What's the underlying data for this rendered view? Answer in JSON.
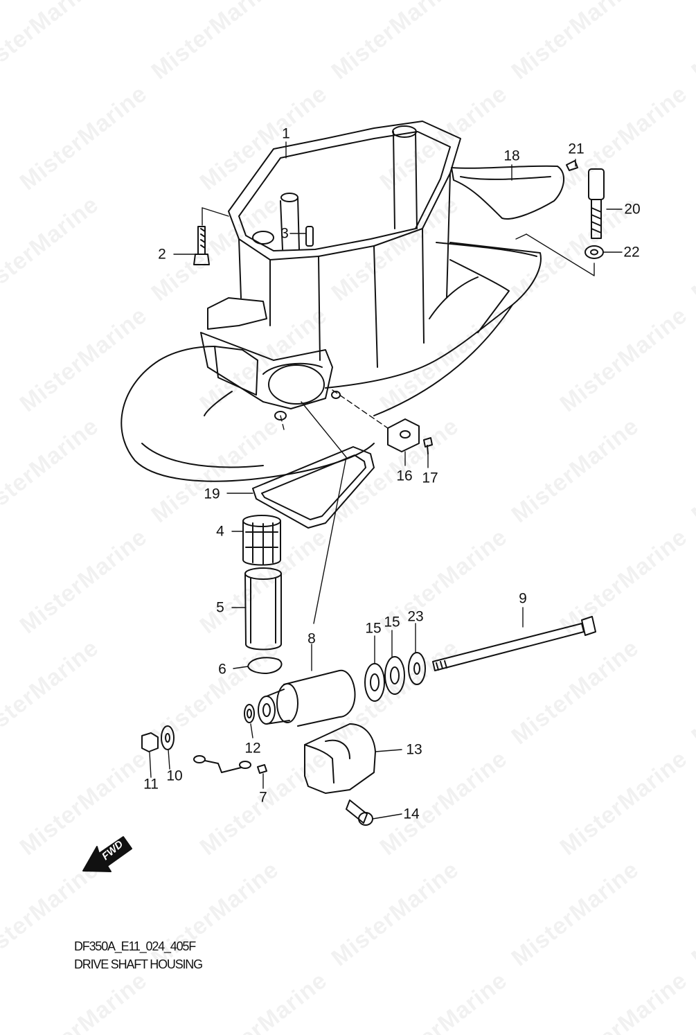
{
  "watermark": "MisterMarine",
  "caption": {
    "code": "DF350A_E11_024_405F",
    "title": "DRIVE SHAFT HOUSING"
  },
  "fwd_label": "FWD",
  "callouts": {
    "c1": "1",
    "c2": "2",
    "c3": "3",
    "c4": "4",
    "c5": "5",
    "c6": "6",
    "c7": "7",
    "c8": "8",
    "c9": "9",
    "c10": "10",
    "c11": "11",
    "c12": "12",
    "c13": "13",
    "c14": "14",
    "c15a": "15",
    "c15b": "15",
    "c16": "16",
    "c17": "17",
    "c18": "18",
    "c19": "19",
    "c20": "20",
    "c21": "21",
    "c22": "22",
    "c23": "23"
  },
  "colors": {
    "line": "#111111",
    "background": "#ffffff"
  }
}
